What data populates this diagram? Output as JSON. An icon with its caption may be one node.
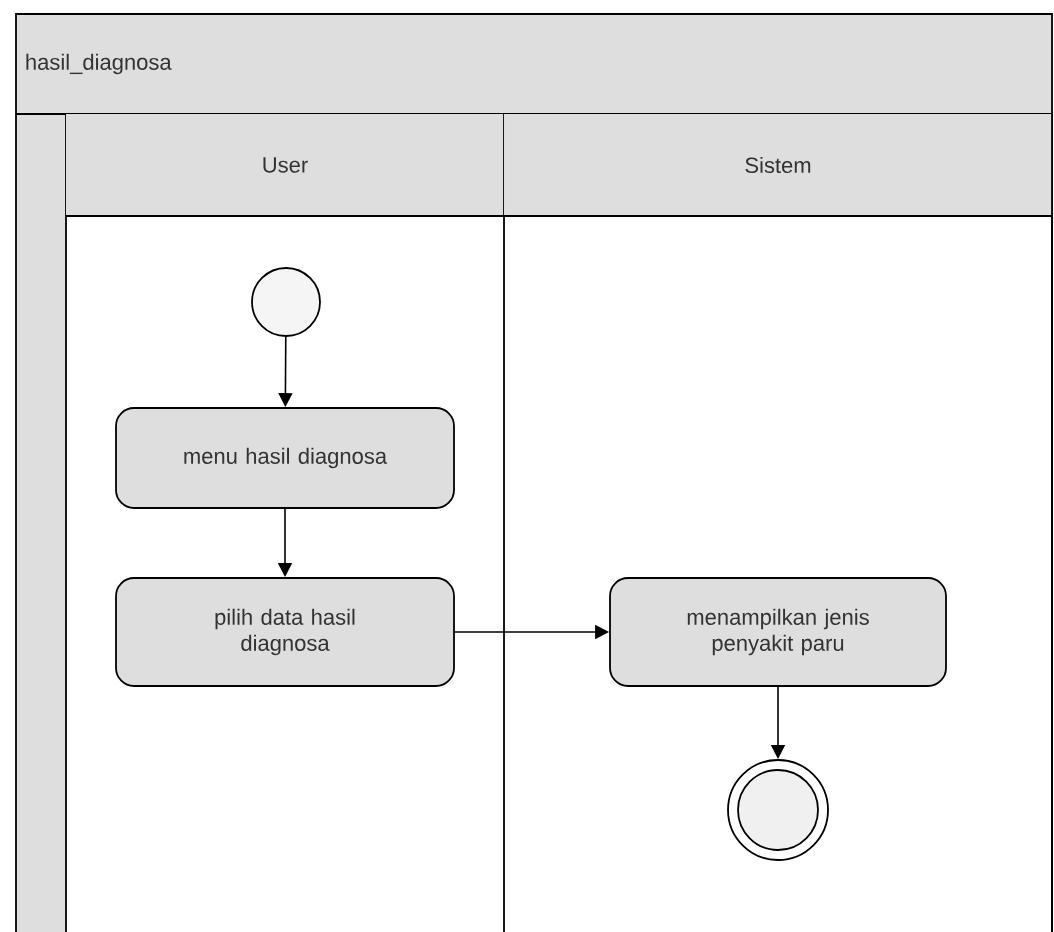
{
  "diagram": {
    "nodes": [
      {
        "text": [
          "hasil_diagnosa"
        ]
      },
      {
        "text": [
          "User"
        ],
        "in": 0
      },
      {
        "text": [
          "Sistem"
        ],
        "in": 0
      },
      {
        "text": [],
        "shape": "circle",
        "in": 1
      },
      {
        "text": [
          "menu hasil diagnosa"
        ],
        "in": 1
      },
      {
        "text": [
          "pilih data hasil diagnosa"
        ],
        "in": 1
      },
      {
        "text": [
          "menampilkan jenis penyakit paru"
        ],
        "in": 2
      },
      {
        "text": [],
        "shape": "end-circle",
        "in": 2
      }
    ],
    "edges": [
      {
        "from": 3,
        "to": 4,
        "arrow": "to"
      },
      {
        "from": 4,
        "to": 5,
        "arrow": "to"
      },
      {
        "from": 5,
        "to": 6,
        "arrow": "to"
      },
      {
        "from": 6,
        "to": 7,
        "arrow": "to"
      }
    ]
  }
}
